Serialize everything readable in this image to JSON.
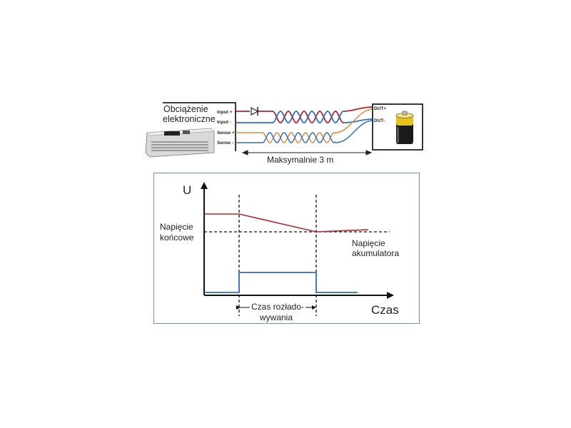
{
  "wiring": {
    "load_label_line1": "Obciążenie",
    "load_label_line2": "elektroniczne",
    "terminals": [
      "Input +",
      "Input -",
      "Sense +",
      "Sense -"
    ],
    "dut_plus": "DUT+",
    "dut_minus": "DUT-",
    "max_length": "Maksymalnie 3 m"
  },
  "graph": {
    "y_axis": "U",
    "x_axis": "Czas",
    "end_voltage_line1": "Napięcie",
    "end_voltage_line2": "końcowe",
    "battery_voltage_line1": "Napięcie",
    "battery_voltage_line2": "akumulatora",
    "discharge_time_line1": "Czas rozłado-",
    "discharge_time_line2": "wywania"
  },
  "colors": {
    "red": "#b2262f",
    "blue": "#2f6fc4",
    "orange": "#e08a3c",
    "frame": "#6f8fc0"
  }
}
